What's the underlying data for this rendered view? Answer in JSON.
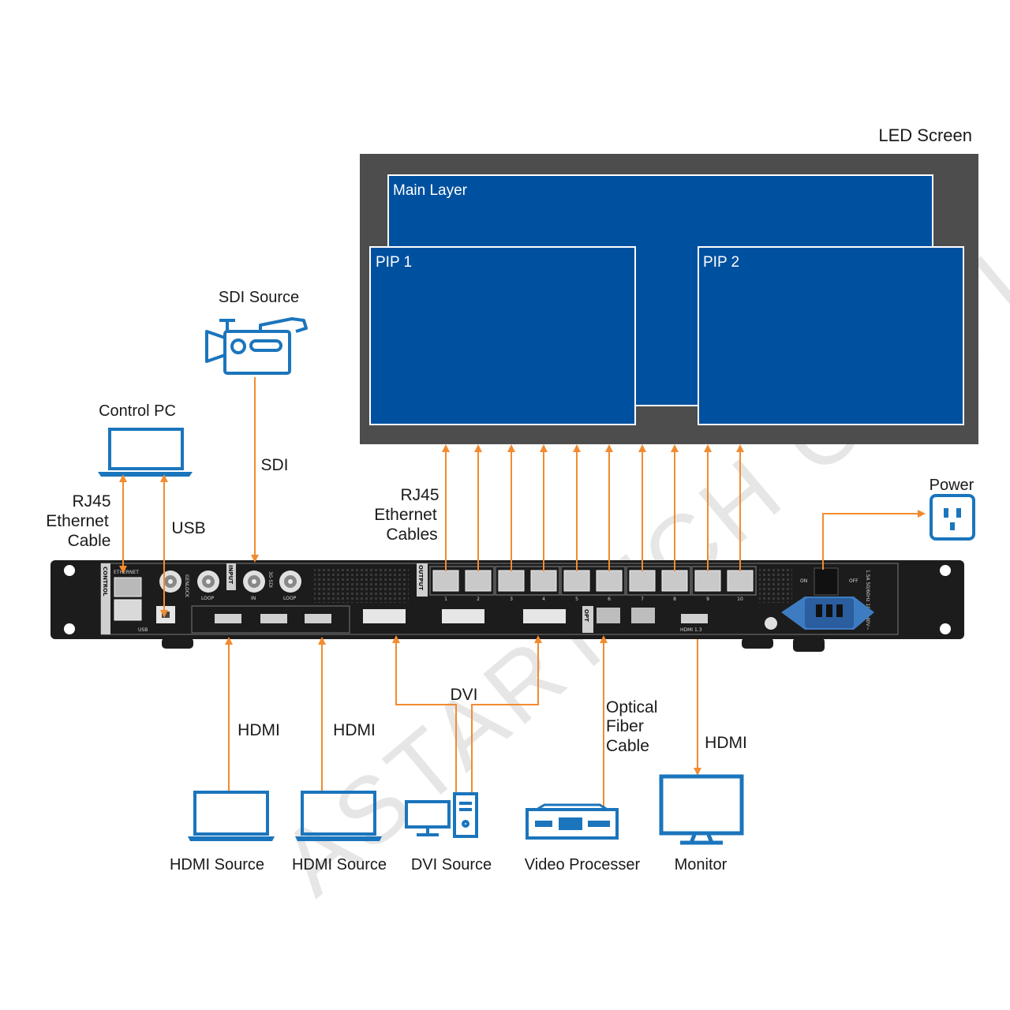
{
  "led_screen": {
    "title": "LED Screen",
    "layers": {
      "main": "Main Layer",
      "pip1": "PIP 1",
      "pip2": "PIP 2"
    }
  },
  "labels": {
    "sdi_source": "SDI Source",
    "sdi": "SDI",
    "control_pc": "Control PC",
    "rj45_line1": "RJ45",
    "rj45_line2": "Ethernet",
    "rj45_line3": "Cable",
    "usb": "USB",
    "rj45_cables_line1": "RJ45",
    "rj45_cables_line2": "Ethernet",
    "rj45_cables_line3": "Cables",
    "power": "Power",
    "hdmi_1": "HDMI",
    "hdmi_2": "HDMI",
    "dvi": "DVI",
    "optical_line1": "Optical",
    "optical_line2": "Fiber",
    "optical_line3": "Cable",
    "hdmi_monitor": "HDMI"
  },
  "sources": {
    "hdmi_source_1": "HDMI Source",
    "hdmi_source_2": "HDMI Source",
    "dvi_source": "DVI Source",
    "video_processer": "Video Processer",
    "monitor": "Monitor"
  },
  "device_panel": {
    "control": "CONTROL",
    "ethernet": "ETHERNET",
    "usb": "USB",
    "input": "INPUT",
    "genlock": "GENLOCK",
    "loop": "LOOP",
    "sdi_3g": "3G-SDI",
    "in": "IN",
    "output": "OUTPUT",
    "opt": "OPT",
    "hdmi13": "HDMI 1.3",
    "on": "ON",
    "off": "OFF",
    "rating": "1.5A 50/60Hz 100-240V~",
    "port_numbers": [
      "1",
      "2",
      "3",
      "4",
      "5",
      "6",
      "7",
      "8",
      "9",
      "10"
    ]
  },
  "watermark": "ASTARTECH CO., LTD.",
  "colors": {
    "arrow": "#F28B30",
    "layer_blue": "#0050A0",
    "screen_gray": "#4D4D4D",
    "icon_blue": "#1B75BC",
    "chassis": "#1C1C1C"
  }
}
